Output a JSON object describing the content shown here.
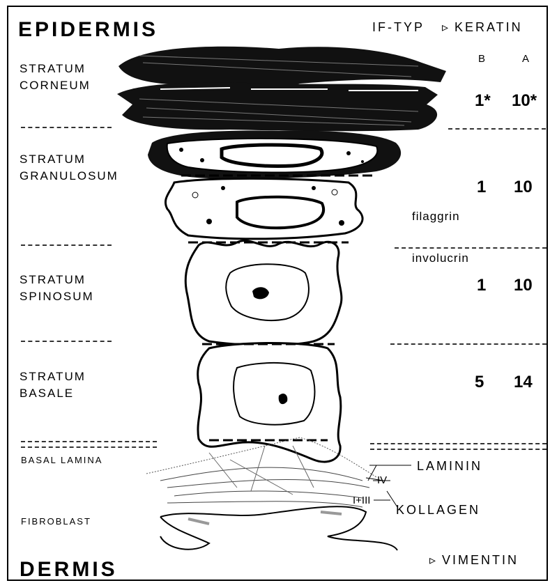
{
  "title_top": "EPIDERMIS",
  "title_bottom": "DERMIS",
  "header": {
    "if_typ": "IF-TYP",
    "arrow": "▹",
    "keratin": "KERATIN",
    "col_b": "B",
    "col_a": "A",
    "vimentin": "VIMENTIN"
  },
  "layers": [
    {
      "line1": "STRATUM",
      "line2": "CORNEUM",
      "b": "1*",
      "a": "10*"
    },
    {
      "line1": "STRATUM",
      "line2": "GRANULOSUM",
      "b": "1",
      "a": "10"
    },
    {
      "line1": "STRATUM",
      "line2": "SPINOSUM",
      "b": "1",
      "a": "10"
    },
    {
      "line1": "STRATUM",
      "line2": "BASALE",
      "b": "5",
      "a": "14"
    }
  ],
  "proteins": {
    "filaggrin": "filaggrin",
    "involucrin": "involucrin",
    "laminin": "LAMININ",
    "collagen": "KOLLAGEN",
    "collagen_iv": "IV",
    "collagen_i_iii": "I+III"
  },
  "lower_labels": {
    "basal_lamina": "BASAL LAMINA",
    "fibroblast": "FIBROBLAST"
  }
}
